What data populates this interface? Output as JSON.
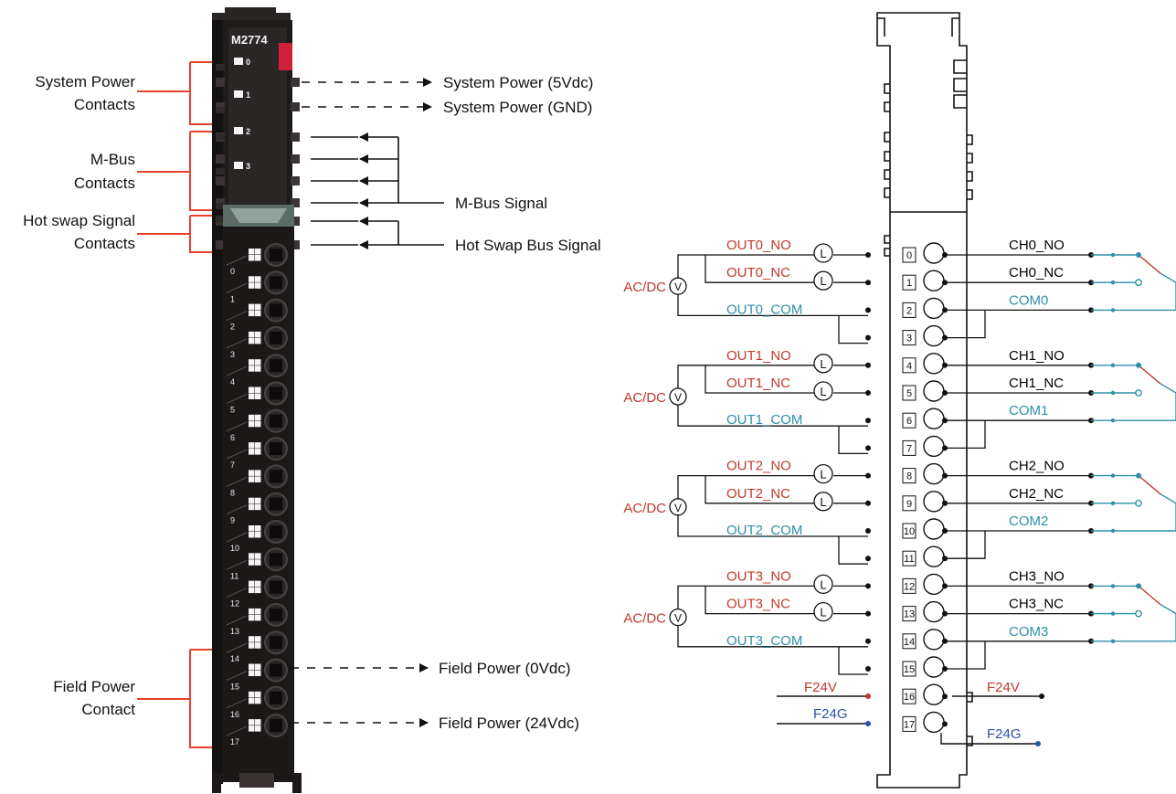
{
  "left": {
    "model": "M2774",
    "led_labels": [
      "0",
      "1",
      "2",
      "3"
    ],
    "terminal_numbers": [
      "0",
      "1",
      "2",
      "3",
      "4",
      "5",
      "6",
      "7",
      "8",
      "9",
      "10",
      "11",
      "12",
      "13",
      "14",
      "15",
      "16",
      "17"
    ],
    "callouts": {
      "system_power": [
        "System Power",
        "Contacts"
      ],
      "mbus": [
        "M-Bus",
        "Contacts"
      ],
      "hotswap": [
        "Hot swap Signal",
        "Contacts"
      ],
      "field_power": [
        "Field Power",
        "Contact"
      ]
    },
    "signals": {
      "sys_5v": "System Power (5Vdc)",
      "sys_gnd": "System Power (GND)",
      "mbus_signal": "M-Bus Signal",
      "hotswap_signal": "Hot Swap Bus Signal",
      "field_0v": "Field Power (0Vdc)",
      "field_24v": "Field Power (24Vdc)"
    }
  },
  "right": {
    "channels": [
      {
        "out_no": "OUT0_NO",
        "out_nc": "OUT0_NC",
        "out_com": "OUT0_COM",
        "ch_no": "CH0_NO",
        "ch_nc": "CH0_NC",
        "com": "COM0",
        "supply": "AC/DC"
      },
      {
        "out_no": "OUT1_NO",
        "out_nc": "OUT1_NC",
        "out_com": "OUT1_COM",
        "ch_no": "CH1_NO",
        "ch_nc": "CH1_NC",
        "com": "COM1",
        "supply": "AC/DC"
      },
      {
        "out_no": "OUT2_NO",
        "out_nc": "OUT2_NC",
        "out_com": "OUT2_COM",
        "ch_no": "CH2_NO",
        "ch_nc": "CH2_NC",
        "com": "COM2",
        "supply": "AC/DC"
      },
      {
        "out_no": "OUT3_NO",
        "out_nc": "OUT3_NC",
        "out_com": "OUT3_COM",
        "ch_no": "CH3_NO",
        "ch_nc": "CH3_NC",
        "com": "COM3",
        "supply": "AC/DC"
      }
    ],
    "terminal_numbers": [
      "0",
      "1",
      "2",
      "3",
      "4",
      "5",
      "6",
      "7",
      "8",
      "9",
      "10",
      "11",
      "12",
      "13",
      "14",
      "15",
      "16",
      "17"
    ],
    "load_symbol": "L",
    "supply_symbol": "V",
    "f24v_left": "F24V",
    "f24g_left": "F24G",
    "f24v_right": "F24V",
    "f24g_right": "F24G"
  },
  "colors": {
    "callout_red": "#e8412c",
    "label_red": "#c0392b",
    "label_teal": "#2e8fa8",
    "label_blue": "#2a52a8",
    "module_dark": "#231f1f",
    "led_red": "#d0203a"
  }
}
